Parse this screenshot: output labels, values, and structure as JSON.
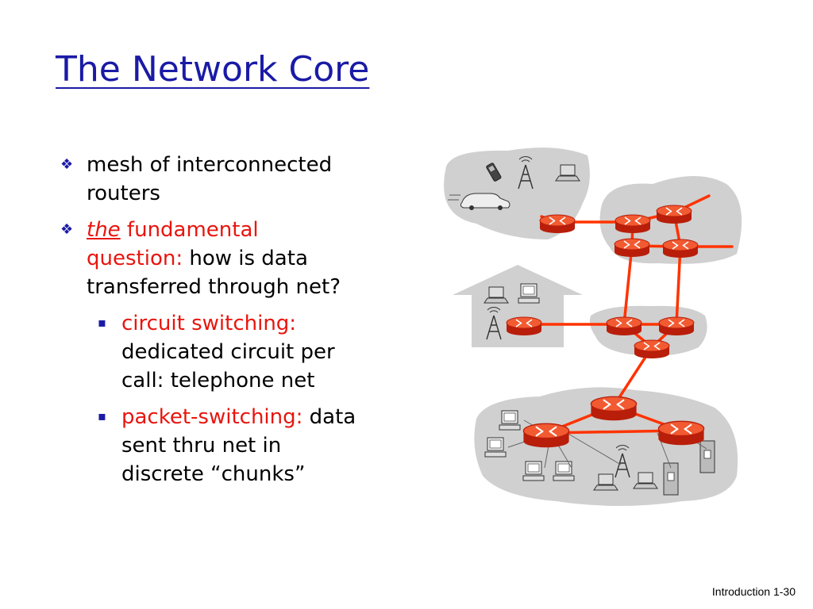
{
  "slide": {
    "title": "The Network Core",
    "bullets": [
      {
        "line1": "mesh of interconnected",
        "line2": "routers"
      },
      {
        "the": "the",
        "fundamental": " fundamental",
        "question": "question:",
        "rest1": " how is data",
        "rest2": "transferred through net?"
      }
    ],
    "sub_bullets": [
      {
        "term": "circuit switching:",
        "l2": "dedicated circuit per",
        "l3": "call: telephone net"
      },
      {
        "term": "packet-switching:",
        "tail": " data",
        "l2": "sent thru net in",
        "l3": "discrete “chunks”"
      }
    ],
    "footer": "Introduction 1-30",
    "marker_icons": {
      "level1": "diamond-bullet-icon",
      "level2": "square-bullet-icon"
    },
    "colors": {
      "title": "#1a1aa6",
      "emphasis": "#e8150e",
      "router": "#f04020",
      "link": "#ff3300",
      "subnet": "#d0d0d0"
    }
  }
}
